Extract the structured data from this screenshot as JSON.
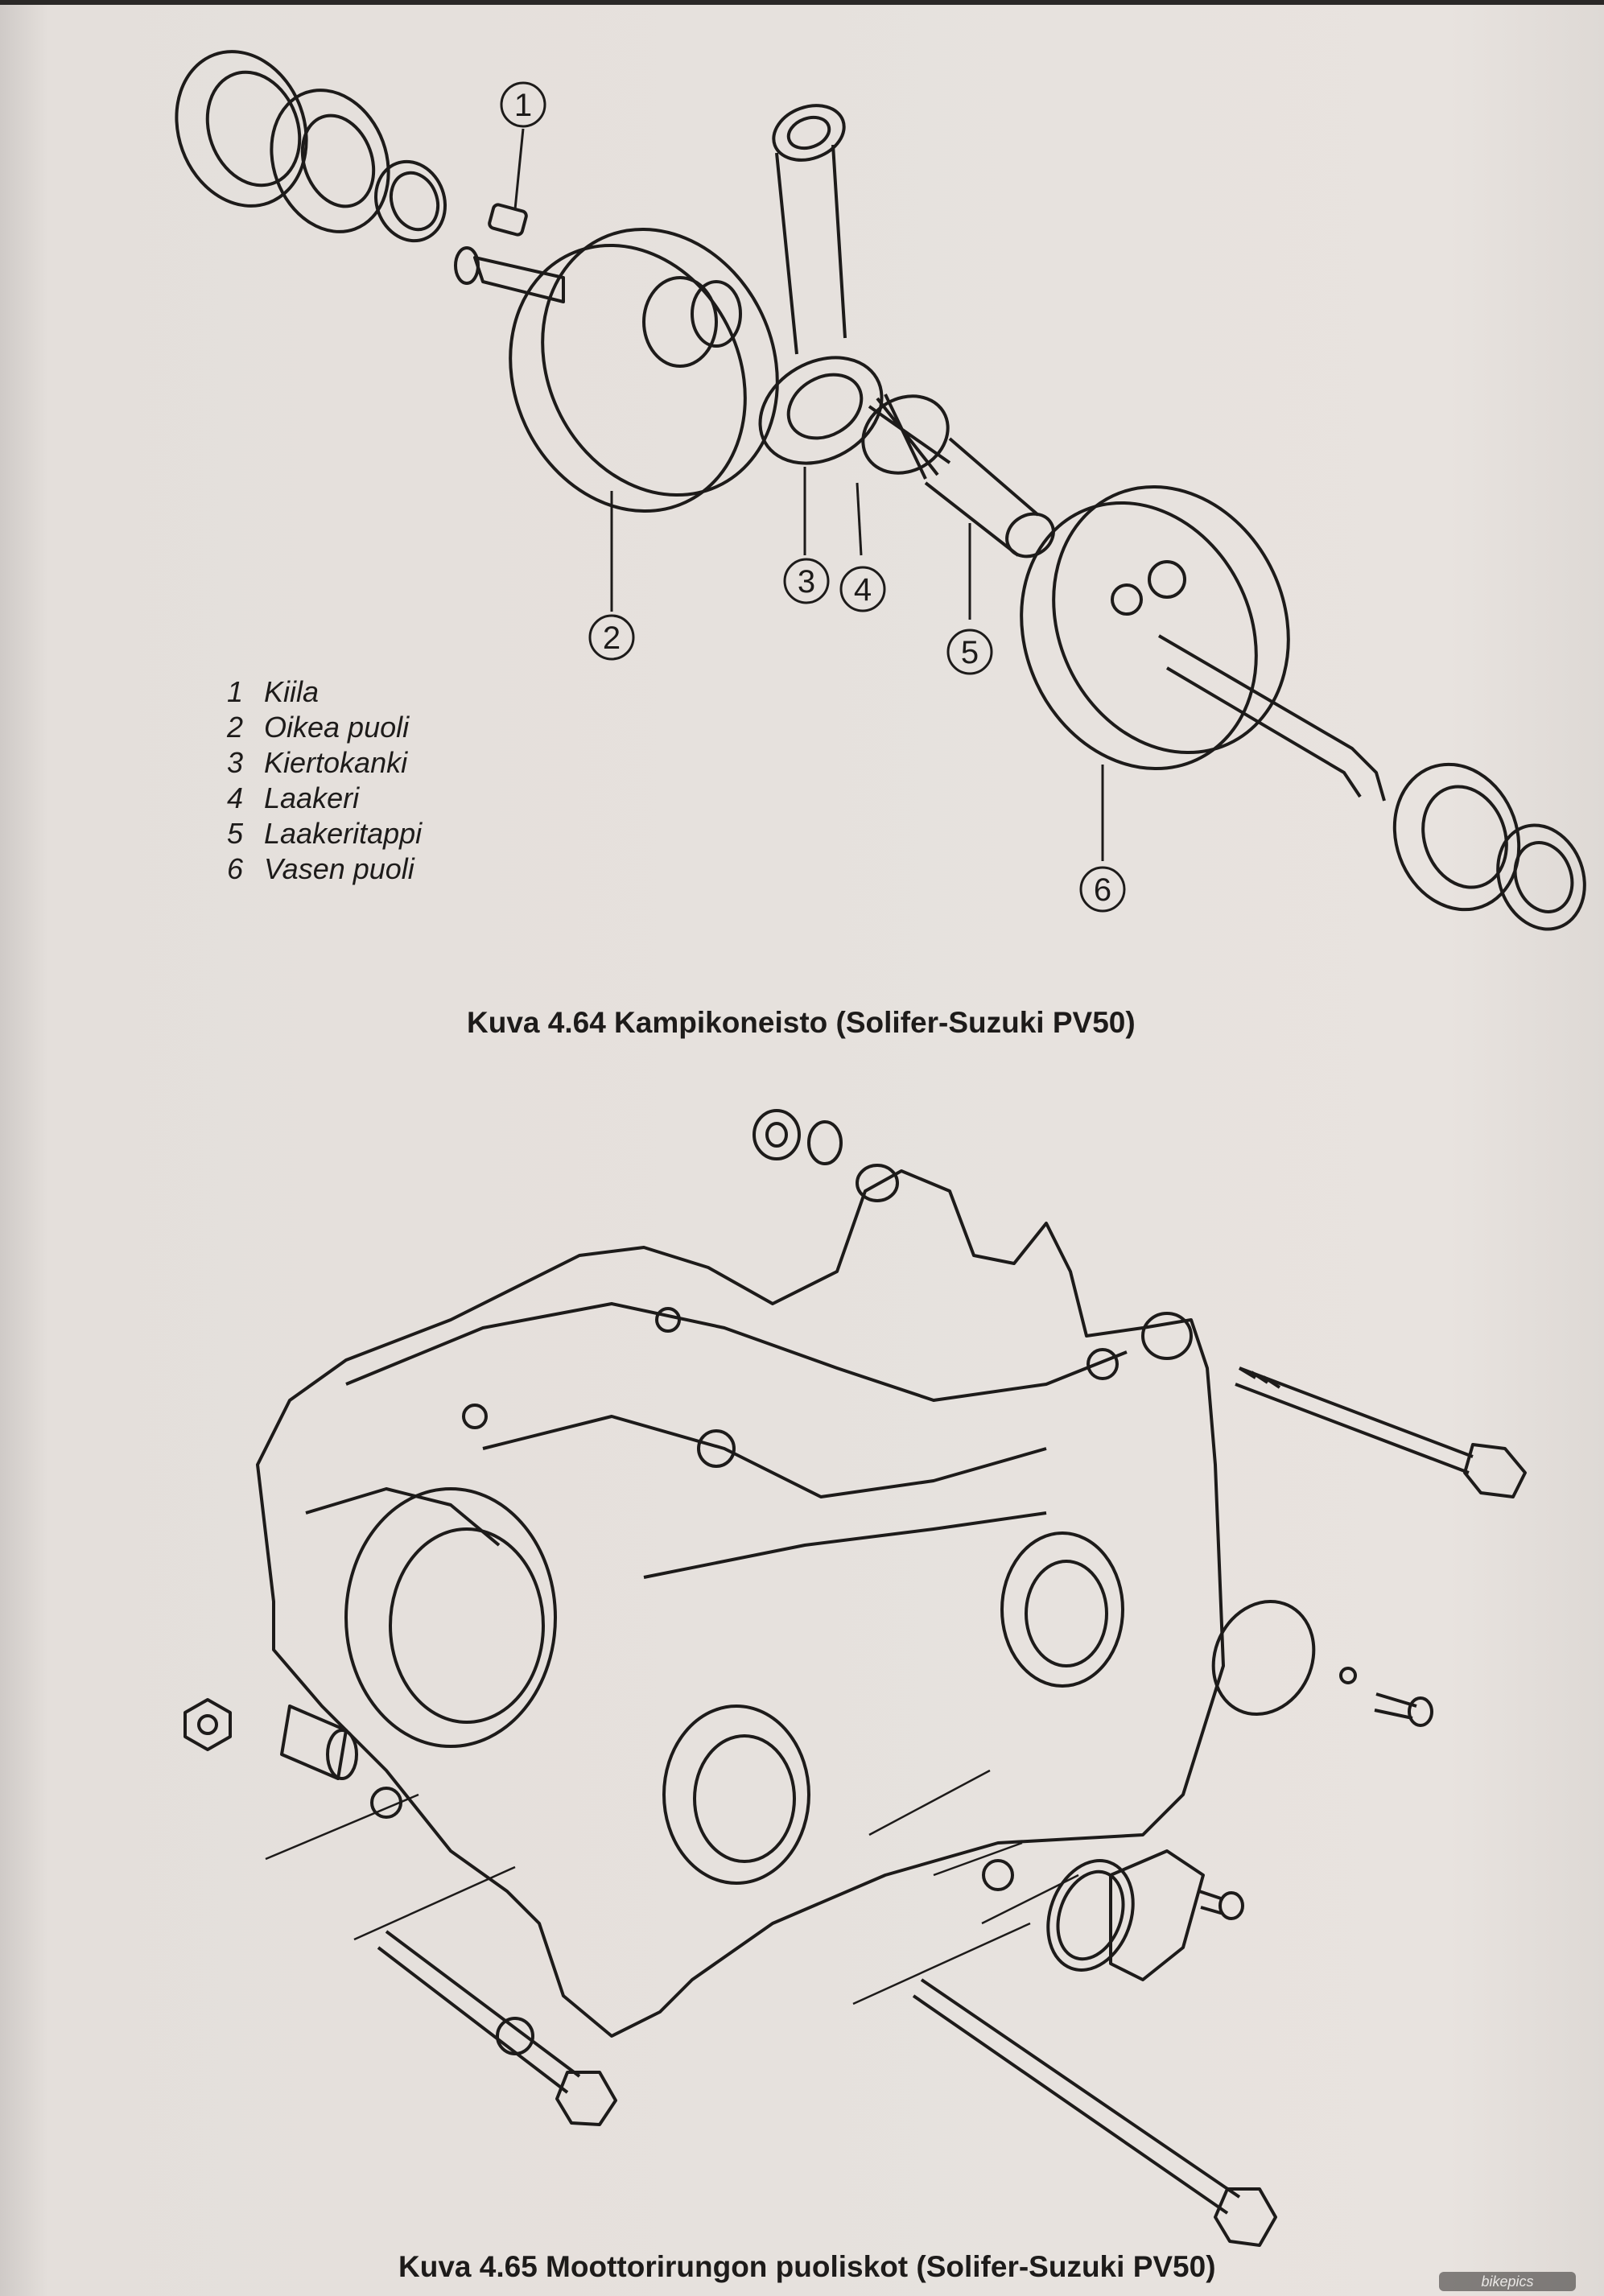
{
  "figure_1": {
    "callouts": [
      "1",
      "2",
      "3",
      "4",
      "5",
      "6"
    ],
    "legend": [
      {
        "num": "1",
        "label": "Kiila"
      },
      {
        "num": "2",
        "label": "Oikea puoli"
      },
      {
        "num": "3",
        "label": "Kiertokanki"
      },
      {
        "num": "4",
        "label": "Laakeri"
      },
      {
        "num": "5",
        "label": "Laakeritappi"
      },
      {
        "num": "6",
        "label": "Vasen puoli"
      }
    ],
    "caption": "Kuva 4.64  Kampikoneisto (Solifer-Suzuki PV50)"
  },
  "figure_2": {
    "caption": "Kuva 4.65  Moottorirungon puoliskot (Solifer-Suzuki PV50)"
  },
  "logo": {
    "text": "bikepics"
  }
}
